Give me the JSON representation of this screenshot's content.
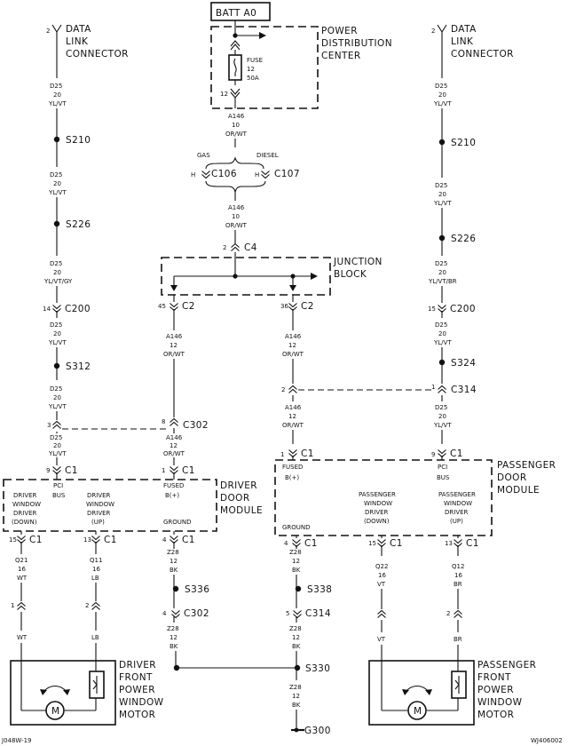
{
  "batt": "BATT A0",
  "pdc": {
    "line1": "POWER",
    "line2": "DISTRIBUTION",
    "line3": "CENTER",
    "fuse": "FUSE",
    "fuse_size": "12",
    "fuse_amp": "50A",
    "pin": "12"
  },
  "dlc_left": {
    "pin": "2",
    "line1": "DATA",
    "line2": "LINK",
    "line3": "CONNECTOR"
  },
  "dlc_right": {
    "pin": "2",
    "line1": "DATA",
    "line2": "LINK",
    "line3": "CONNECTOR"
  },
  "wires": {
    "d25": "D25",
    "a146": "A146",
    "z28": "Z28",
    "q21": "Q21",
    "q11": "Q11",
    "q22": "Q22",
    "q12": "Q12",
    "g20": "20",
    "g10": "10",
    "g12": "12",
    "g16": "16",
    "ylvt": "YL/VT",
    "ylvtgy": "YL/VT/GY",
    "ylvtbr": "YL/VT/BR",
    "orwt": "OR/WT",
    "bk": "BK",
    "wt": "WT",
    "lb": "LB",
    "vt": "VT",
    "br": "BR"
  },
  "splices": {
    "s210": "S210",
    "s226": "S226",
    "s312": "S312",
    "s324": "S324",
    "s336": "S336",
    "s338": "S338",
    "s330": "S330"
  },
  "connectors": {
    "c106": "C106",
    "c107": "C107",
    "c4": "C4",
    "c2": "C2",
    "c200": "C200",
    "c302": "C302",
    "c314": "C314",
    "c1": "C1",
    "h": "H",
    "gas": "GAS",
    "diesel": "DIESEL"
  },
  "pins": {
    "p2": "2",
    "p45": "45",
    "p36": "36",
    "p14": "14",
    "p15": "15",
    "p3": "3",
    "p8": "8",
    "p1": "1",
    "p9": "9",
    "p13": "13",
    "p4": "4",
    "p5": "5"
  },
  "junction_block": {
    "line1": "JUNCTION",
    "line2": "BLOCK"
  },
  "ddm": {
    "line1": "DRIVER",
    "line2": "DOOR",
    "line3": "MODULE"
  },
  "pdm": {
    "line1": "PASSENGER",
    "line2": "DOOR",
    "line3": "MODULE"
  },
  "module_labels": {
    "driver": "DRIVER",
    "passenger": "PASSENGER",
    "window": "WINDOW",
    "down": "(DOWN)",
    "up": "(UP)",
    "pci": "PCI",
    "bus": "BUS",
    "fused": "FUSED",
    "bplus": "B(+)",
    "ground": "GROUND"
  },
  "dfpwm": {
    "line1": "DRIVER",
    "line2": "FRONT",
    "line3": "POWER",
    "line4": "WINDOW",
    "line5": "MOTOR"
  },
  "pfpwm": {
    "line1": "PASSENGER",
    "line2": "FRONT",
    "line3": "POWER",
    "line4": "WINDOW",
    "line5": "MOTOR"
  },
  "motor": "M",
  "ground": "G300",
  "code_left": "J048W-19",
  "code_right": "WJ406002"
}
